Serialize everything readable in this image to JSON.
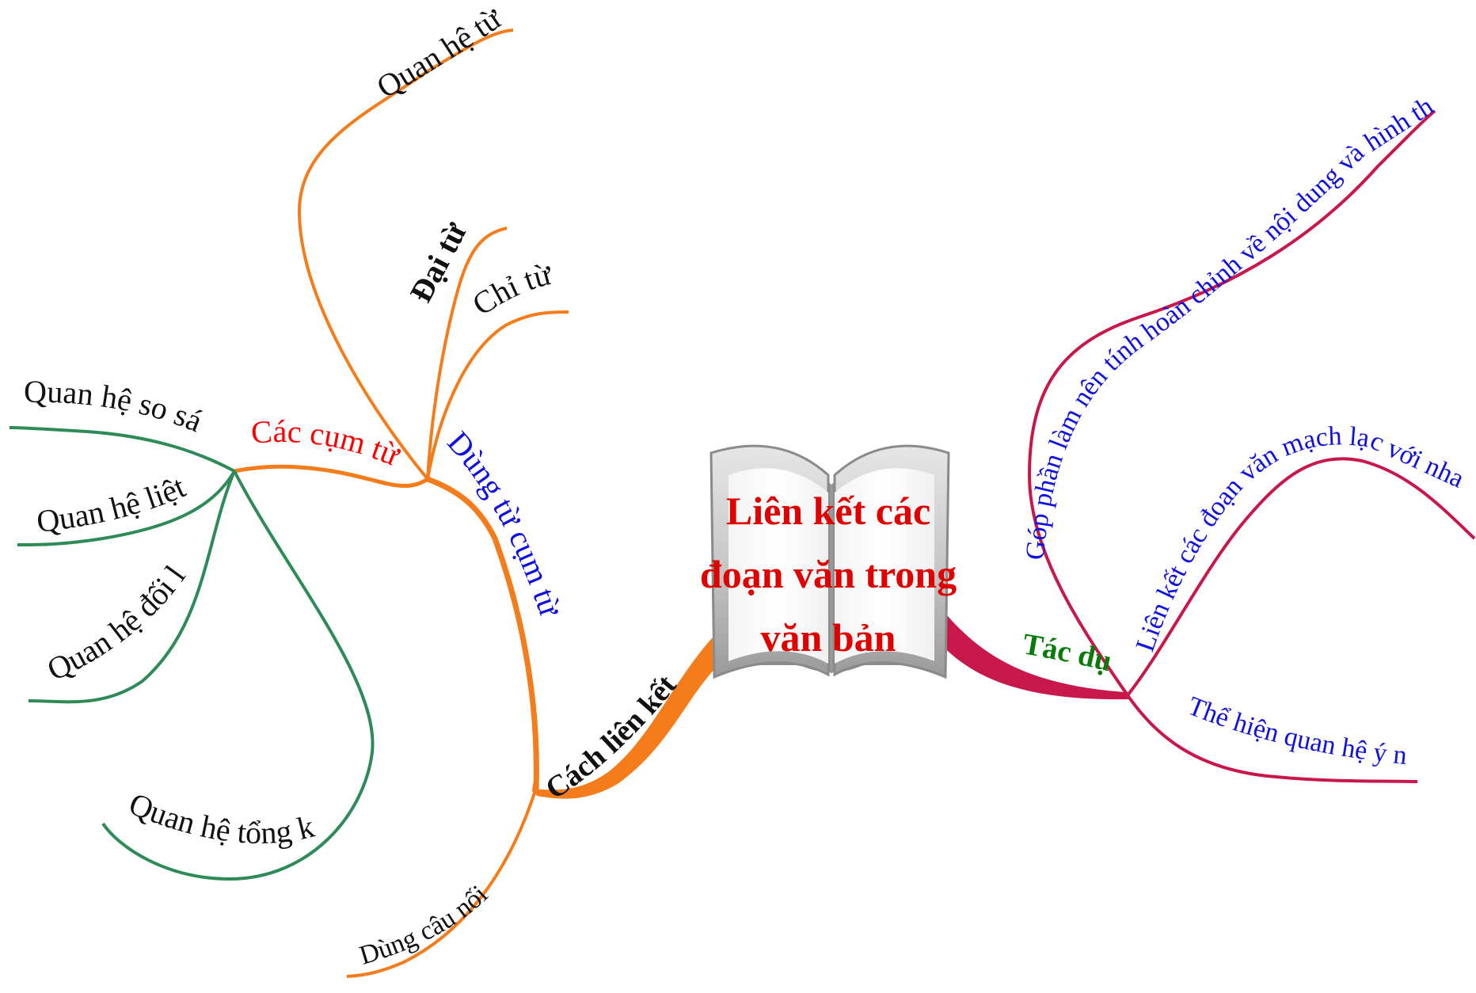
{
  "colors": {
    "orange": "#f47c1a",
    "green": "#2e8b57",
    "crimson": "#c8174a",
    "red_text": "#ff0000",
    "center_text": "#e00000",
    "blue_text": "#1010e0",
    "dark_green_text": "#0a7a0a",
    "black_text": "#111111"
  },
  "center": {
    "icon": "open-book-icon",
    "title_lines": [
      "Liên kết các",
      "đoạn văn trong",
      "văn bản"
    ]
  },
  "left_branch": {
    "label": "Cách liên kết",
    "sub_phrases": {
      "label": "Dùng từ cụm từ",
      "items": [
        "Quan hệ từ",
        "Đại từ",
        "Chỉ từ"
      ],
      "phrases_group": {
        "label": "Các cụm từ....",
        "items": [
          "Quan hệ so sánh",
          "Quan hệ liệt kê",
          "Quan hệ đối lập",
          "Quan hệ tổng kết ..."
        ]
      }
    },
    "connector_sentence": "Dùng câu nối"
  },
  "right_branch": {
    "label": "Tác dụng",
    "items": [
      "Góp phần  làm nên tính hoàn chỉnh về nội dung và hình thức",
      "Liên kết các đoạn văn mạch  lạc với nhau",
      "Thể hiện quan hệ ý nghĩa"
    ]
  }
}
